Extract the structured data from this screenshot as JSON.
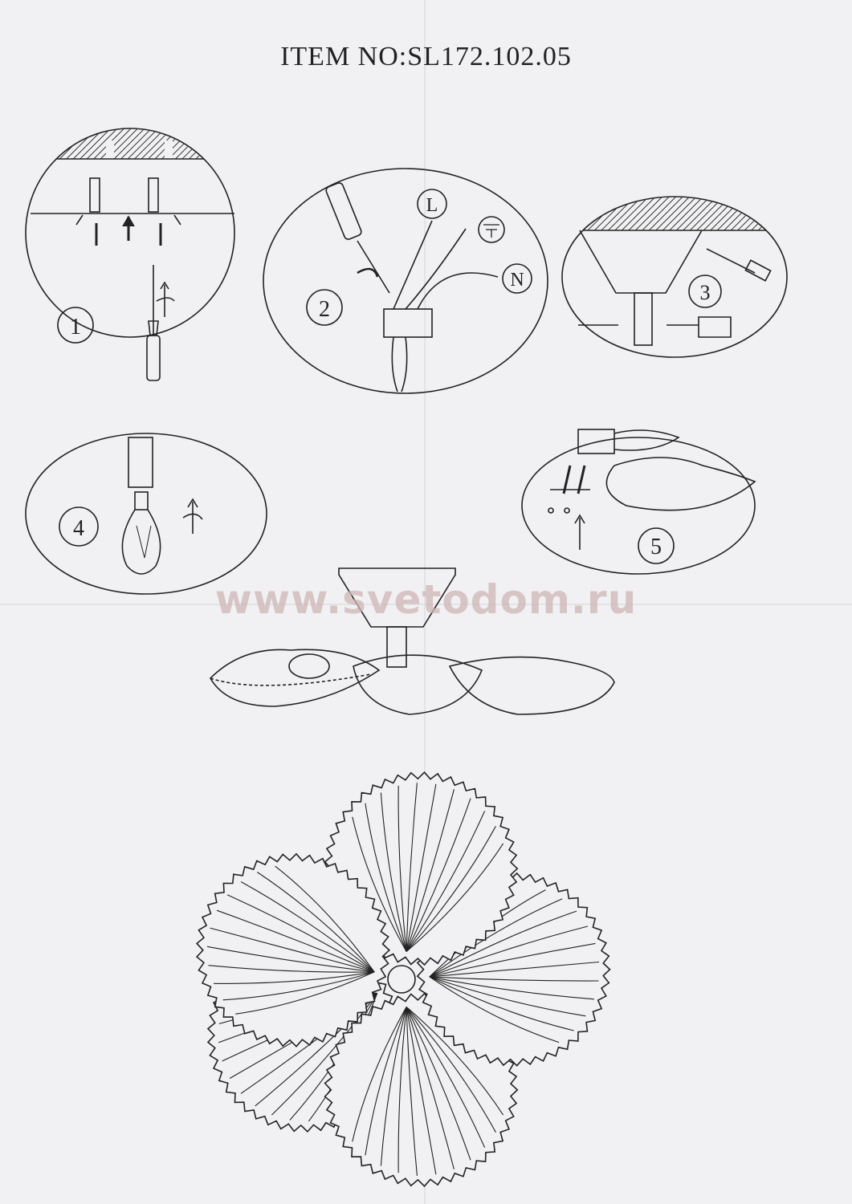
{
  "header": {
    "item_number": "ITEM NO:SL172.102.05"
  },
  "watermark": "www.svetodom.ru",
  "steps": [
    {
      "number": "1"
    },
    {
      "number": "2",
      "wire_labels": {
        "live": "L",
        "neutral": "N",
        "earth_icon": "ground-symbol-icon"
      }
    },
    {
      "number": "3"
    },
    {
      "number": "4"
    },
    {
      "number": "5"
    }
  ],
  "colors": {
    "ink": "#222222",
    "paper": "#f1f1f3",
    "watermark": "#cdb4b4"
  }
}
